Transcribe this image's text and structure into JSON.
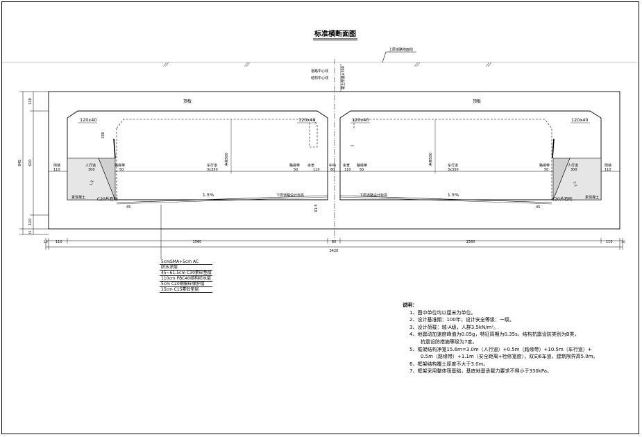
{
  "title": "标准横断面图",
  "top_labels": {
    "ground_line": "上层道路地面线",
    "road_center": "道路中心线",
    "structure_center": "结构中心线",
    "cover_depth": "覆土厚度≤300"
  },
  "cells": {
    "left_roof": "顶板",
    "right_roof": "顶板",
    "haunch": "120x40"
  },
  "section_labels": {
    "side_wall": "侧墙",
    "sidewalk": "人行道",
    "curb_belt": "路缘带",
    "carriageway": "车行道",
    "safety": "余宽",
    "middle_wall": "中墙",
    "clearance": "净高500",
    "slope": "1.5%",
    "drain": "下层道路设计标高",
    "backfill": "素混凝土",
    "bedding": "C20片石砼",
    "ratio": "1:1"
  },
  "dimensions": {
    "left_total": "845",
    "top_110": "110",
    "mid_610": "610",
    "bottom_110": "110",
    "bottom_15": "15",
    "wall_110": "110",
    "walk_300": "300",
    "curb_50": "50",
    "lanes": "3x350",
    "gap_110": "110",
    "mid_80": "80",
    "h_290": "290",
    "h_615": "61.5",
    "w_45": "45",
    "span_1560": "1560",
    "span_10": "10",
    "total_3420": "3420"
  },
  "pavement_layers": [
    "5cmSMA+5cm AC",
    "防水涂层",
    "45~61.5cm C30素砼垫层",
    "110cm PBC40结构防水层",
    "5cm C20钢筋砼保护层",
    "15cm C15素砼垫层"
  ],
  "notes": {
    "heading": "说明：",
    "items": [
      "1、图中单位均以厘米为单位。",
      "2、设计基准期：100年；设计安全等级：一级。",
      "3、设计荷载：城-A级，人群3.5kN/m²。",
      "4、地震动加速度峰值为0.05g，特征周期为0.35s，结构抗震设防类别为B类，",
      "抗震设防措施等级为7度。",
      "5、框架结构净宽15.6m=3.0m（人行道）+0.5m（路缘带）+10.5m（车行道）+",
      "0.5m（路缘带）+1.1m（安全距离+检修宽度），双向6车道，建筑限界高5.0m。",
      "6、框架结构覆土厚度不大于3.0m。",
      "7、框架采用整体筏基础，基底地基承载力要求不得小于330kPa。"
    ]
  }
}
